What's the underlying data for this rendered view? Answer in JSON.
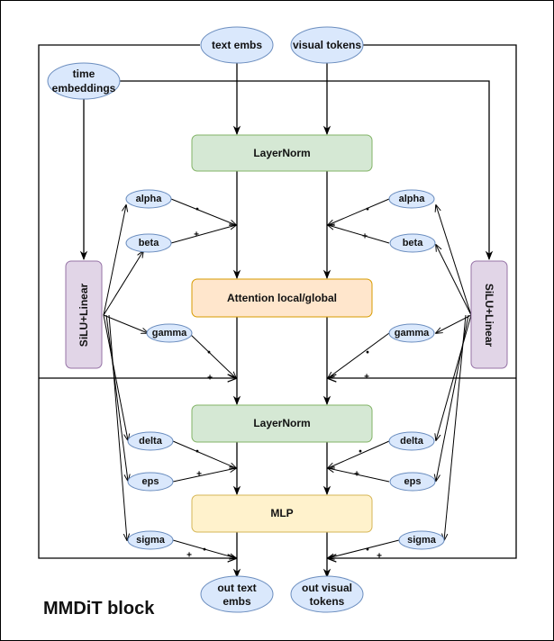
{
  "title": "MMDiT block",
  "colors": {
    "ellipse_fill": "#dae8fc",
    "ellipse_stroke": "#6c8ebf",
    "layernorm_fill": "#d5e8d4",
    "layernorm_stroke": "#82b366",
    "attention_fill": "#ffe6cc",
    "attention_stroke": "#d79b00",
    "mlp_fill": "#fff2cc",
    "mlp_stroke": "#d6b656",
    "silu_fill": "#e1d5e7",
    "silu_stroke": "#9673a6"
  },
  "inputs": {
    "text": "text embs",
    "visual": "visual tokens",
    "time": [
      "time",
      "embeddings"
    ]
  },
  "outputs": {
    "text": [
      "out text",
      "embs"
    ],
    "visual": [
      "out visual",
      "tokens"
    ]
  },
  "blocks": {
    "layernorm1": "LayerNorm",
    "attention": "Attention local/global",
    "layernorm2": "LayerNorm",
    "mlp": "MLP",
    "silu_left": "SiLU+Linear",
    "silu_right": "SiLU+Linear"
  },
  "modulation": {
    "alpha": "alpha",
    "beta": "beta",
    "gamma": "gamma",
    "delta": "delta",
    "eps": "eps",
    "sigma": "sigma"
  },
  "ops": {
    "multiply": "•",
    "add": "+"
  }
}
